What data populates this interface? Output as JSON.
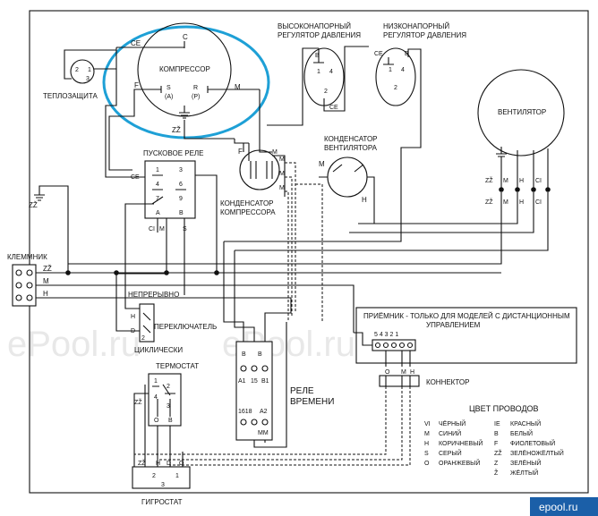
{
  "labels": {
    "compressor": "КОМПРЕССОР",
    "compressor_c": "С",
    "compressor_s": "S",
    "compressor_s_a": "(A)",
    "compressor_r": "R",
    "compressor_r_p": "(P)",
    "compressor_f": "F",
    "compressor_m": "M",
    "compressor_ce": "CE",
    "compressor_zz": "ZŽ",
    "thermal_protection": "ТЕПЛОЗАЩИТА",
    "thermal_1": "1",
    "thermal_2": "2",
    "thermal_3": "3",
    "hp_switch_line1": "ВЫСОКОНАПОРНЫЙ",
    "hp_switch_line2": "РЕГУЛЯТОР ДАВЛЕНИЯ",
    "hp_b": "B",
    "hp_1": "1",
    "hp_4": "4",
    "hp_2": "2",
    "hp_ce": "CE",
    "lp_switch_line1": "НИЗКОНАПОРНЫЙ",
    "lp_switch_line2": "РЕГУЛЯТОР ДАВЛЕНИЯ",
    "lp_ce": "CE",
    "lp_b": "B",
    "lp_1": "1",
    "lp_4": "4",
    "lp_2": "2",
    "fan": "ВЕНТИЛЯТОР",
    "fan_zz": "ZŽ",
    "fan_m": "M",
    "fan_h": "H",
    "fan_ci": "CI",
    "start_relay": "ПУСКОВОЕ РЕЛЕ",
    "relay_1": "1",
    "relay_3": "3",
    "relay_4": "4",
    "relay_6": "6",
    "relay_7": "7",
    "relay_9": "9",
    "relay_a": "A",
    "relay_b": "B",
    "relay_ce": "CE",
    "relay_ci": "CI",
    "relay_m": "M",
    "relay_s": "S",
    "comp_cap_line1": "КОНДЕНСАТОР",
    "comp_cap_line2": "КОМПРЕССОРА",
    "comp_cap_f": "F",
    "comp_cap_m": "M",
    "fan_cap_line1": "КОНДЕНСАТОР",
    "fan_cap_line2": "ВЕНТИЛЯТОРА",
    "fan_cap_m": "M",
    "fan_cap_h": "H",
    "ground_zz": "ZŽ",
    "terminal": "КЛЕММНИК",
    "terminal_zz": "ZŽ",
    "terminal_m": "M",
    "terminal_h": "H",
    "continuous": "НЕПРЕРЫВНО",
    "switch": "ПЕРЕКЛЮЧАТЕЛЬ",
    "cyclic": "ЦИКЛИЧЕСКИ",
    "sw_h": "H",
    "sw_d": "D",
    "sw_2": "2",
    "thermostat": "ТЕРМОСТАТ",
    "th_1": "1",
    "th_2": "2",
    "th_4": "4",
    "th_3": "3",
    "th_zz": "ZŽ",
    "th_o": "O",
    "th_b": "B",
    "timer_relay_line1": "РЕЛЕ",
    "timer_relay_line2": "ВРЕМЕНИ",
    "tr_b": "B",
    "tr_b_2": "B",
    "tr_a1": "A1",
    "tr_15": "15",
    "tr_b1": "B1",
    "tr_1618": "1618",
    "tr_a2": "A2",
    "tr_mm": "MM",
    "receiver_line1": "ПРИЁМНИК - ТОЛЬКО ДЛЯ МОДЕЛЕЙ С ДИСТАНЦИОННЫМ",
    "receiver_line2": "УПРАВЛЕНИЕМ",
    "rx_pins": "5 4 3 2 1",
    "rx_o": "O",
    "rx_m": "M",
    "rx_h": "H",
    "connector": "КОННЕКТОР",
    "hygrostat": "ГИГРОСТАТ",
    "hy_1": "1",
    "hy_2": "2",
    "hy_3": "3",
    "hy_zz": "ZŽ",
    "hy_h": "H",
    "hy_d": "D",
    "hy_o": "O",
    "watermark": "ePool.ru",
    "corner_logo": "epool.ru"
  },
  "legend": {
    "title": "ЦВЕТ ПРОВОДОВ",
    "rows": [
      {
        "code_a": "VI",
        "name_a": "ЧЁРНЫЙ",
        "code_b": "IE",
        "name_b": "КРАСНЫЙ"
      },
      {
        "code_a": "M",
        "name_a": "СИНИЙ",
        "code_b": "B",
        "name_b": "БЕЛЫЙ"
      },
      {
        "code_a": "H",
        "name_a": "КОРИЧНЕВЫЙ",
        "code_b": "F",
        "name_b": "ФИОЛЕТОВЫЙ"
      },
      {
        "code_a": "S",
        "name_a": "СЕРЫЙ",
        "code_b": "ZŽ",
        "name_b": "ЗЕЛЁНОЖЁЛТЫЙ"
      },
      {
        "code_a": "O",
        "name_a": "ОРАНЖЕВЫЙ",
        "code_b": "Z",
        "name_b": "ЗЕЛЁНЫЙ"
      },
      {
        "code_a": "",
        "name_a": "",
        "code_b": "Ž",
        "name_b": "ЖЁЛТЫЙ"
      }
    ]
  },
  "colors": {
    "wire": "#111111",
    "highlight_ring": "#1ea0d6",
    "logo_bg": "#1b5fa8"
  }
}
